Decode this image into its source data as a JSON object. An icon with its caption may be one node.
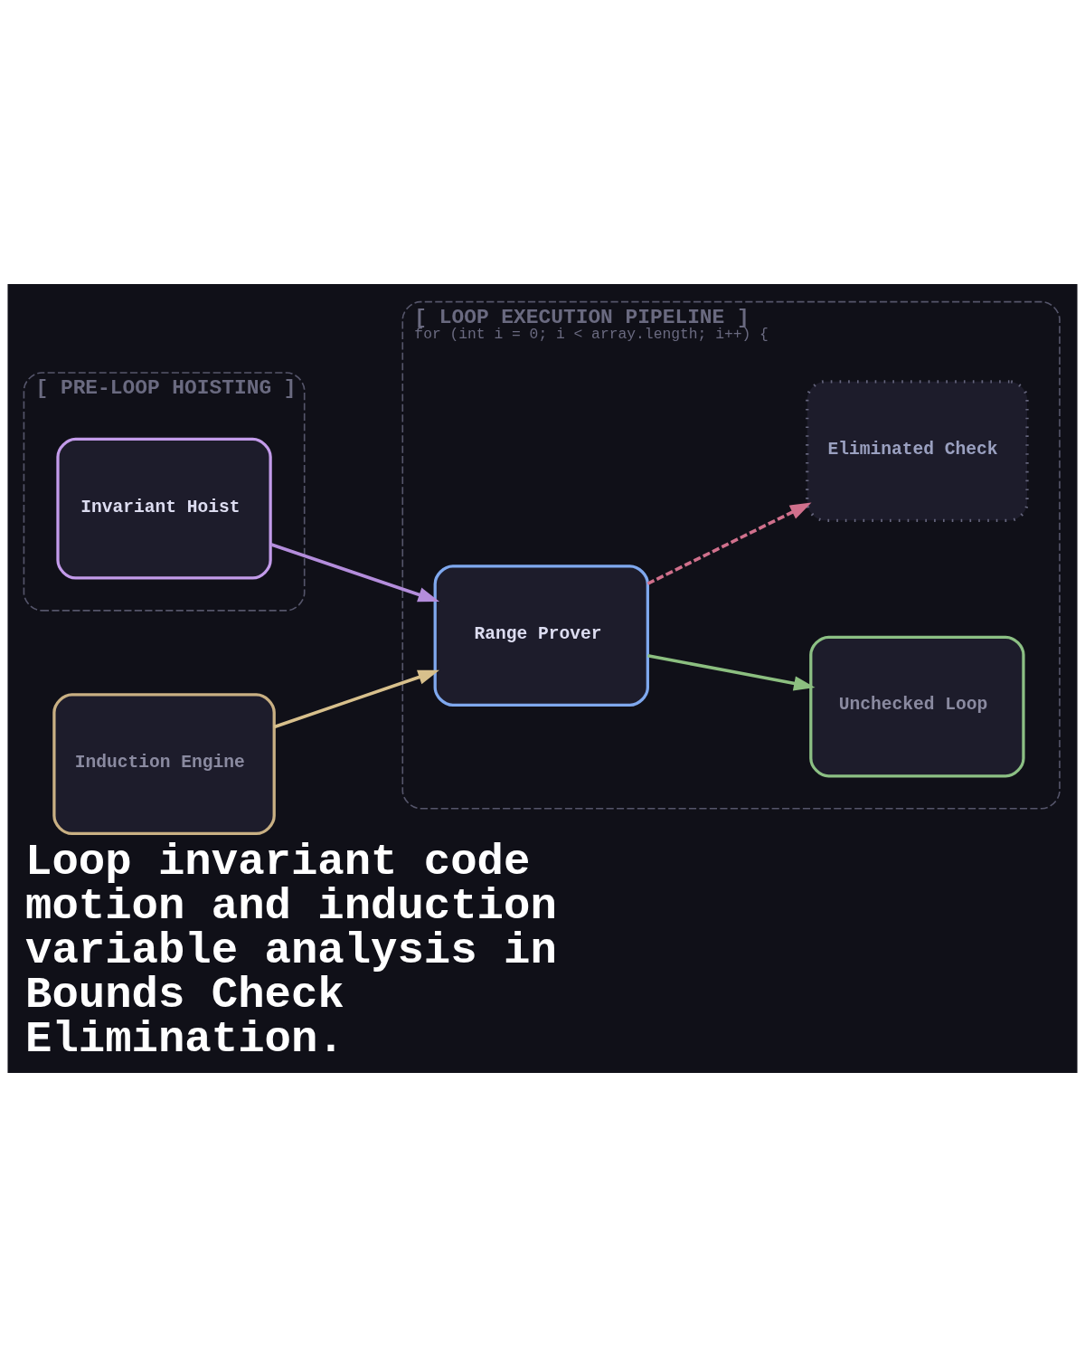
{
  "diagram": {
    "title": "Loop invariant code motion and induction variable analysis in Bounds Check Elimination.",
    "nodes": [
      {
        "text": [
          "[ PRE-LOOP HOISTING ]"
        ]
      },
      {
        "text": [
          "Invariant Hoist"
        ],
        "in": 0
      },
      {
        "text": [
          "[ LOOP EXECUTION PIPELINE ]",
          "for (int i = 0; i < array.length; i++) {"
        ]
      },
      {
        "text": [
          "Range Prover"
        ],
        "in": 2
      },
      {
        "text": [
          "Eliminated Check"
        ],
        "in": 2
      },
      {
        "text": [
          "Induction Engine"
        ]
      },
      {
        "text": [
          "Unchecked Loop"
        ],
        "in": 2
      }
    ],
    "edges": [
      {
        "from": 1,
        "to": 3,
        "arrow": "to",
        "color": "#b48ddc"
      },
      {
        "from": 5,
        "to": 3,
        "arrow": "to",
        "color": "#d8c08c"
      },
      {
        "from": 3,
        "to": 6,
        "arrow": "to",
        "color": "#8cbf80"
      },
      {
        "from": 3,
        "to": 4,
        "arrow": "to",
        "style": "dashed",
        "color": "#d0708c"
      }
    ]
  }
}
